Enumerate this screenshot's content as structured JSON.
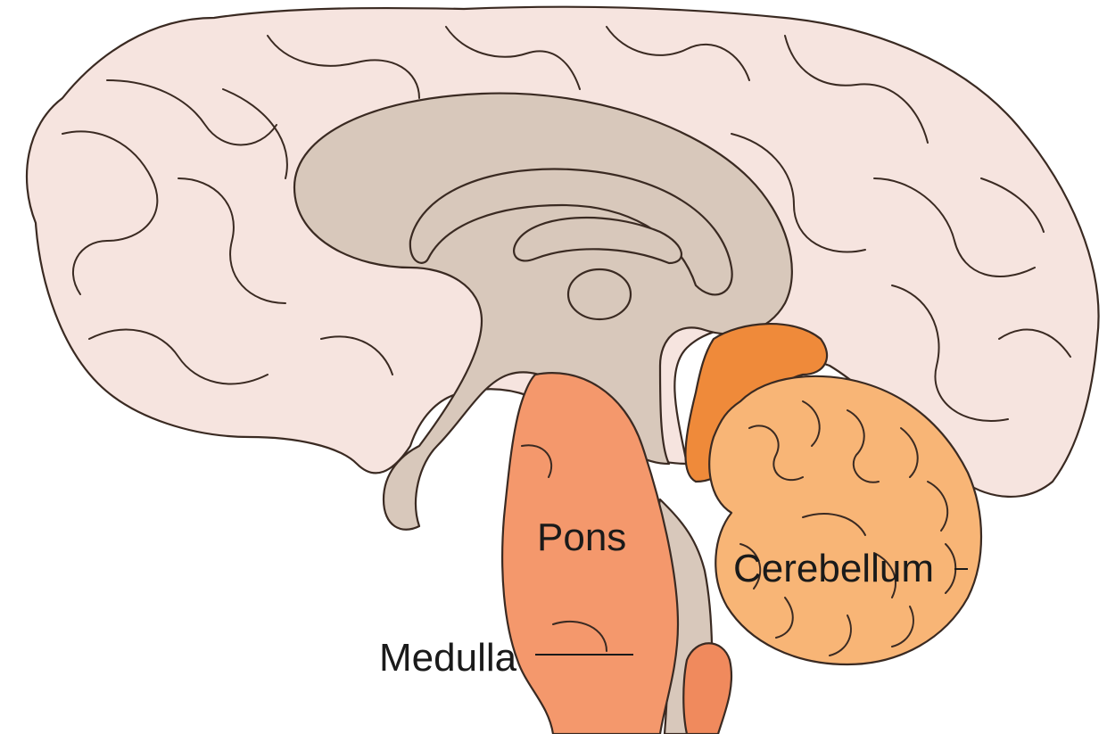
{
  "labels": {
    "pons": "Pons",
    "cerebellum": "Cerebellum",
    "medulla": "Medulla"
  },
  "colors": {
    "cortex": "#f6e4df",
    "inner_structure": "#d8c8bb",
    "pons": "#f4986c",
    "medulla": "#f08a5d",
    "cerebellum": "#f8b576",
    "cerebellum_core": "#ef8a3a",
    "outline": "#3a2a22"
  }
}
